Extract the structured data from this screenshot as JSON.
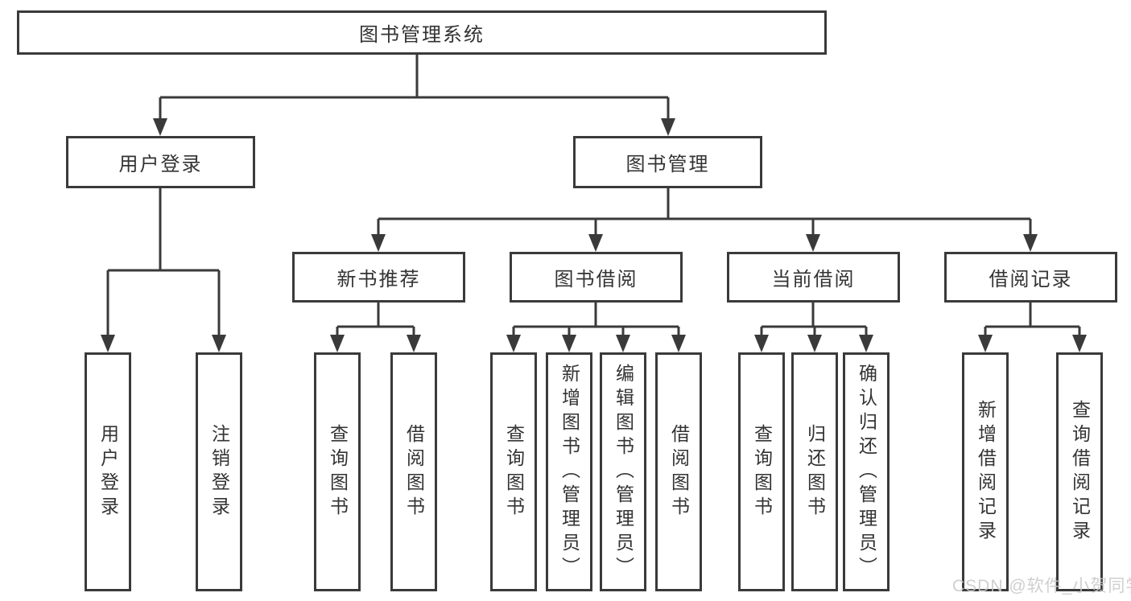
{
  "title": "图书管理系统",
  "nodes": {
    "user_login": "用户登录",
    "book_management": "图书管理",
    "new_book_recommend": "新书推荐",
    "book_borrowing": "图书借阅",
    "current_borrowing": "当前借阅",
    "borrowing_records": "借阅记录"
  },
  "leaves": {
    "user_login_1": "用户登录",
    "user_login_2": "注销登录",
    "recommend_1": "查询图书",
    "recommend_2": "借阅图书",
    "borrowing_1": "查询图书",
    "borrowing_2": "新增图书（管理员）",
    "borrowing_3": "编辑图书（管理员）",
    "borrowing_4": "借阅图书",
    "current_1": "查询图书",
    "current_2": "归还图书",
    "current_3": "确认归还（管理员）",
    "records_1": "新增借阅记录",
    "records_2": "查询借阅记录"
  },
  "watermark": "CSDN @软件_小贺同学",
  "colors": {
    "line": "#3a3a3a",
    "box_border": "#3a3a3a",
    "text": "#333333",
    "watermark": "#c9c9c9",
    "background": "#ffffff"
  }
}
